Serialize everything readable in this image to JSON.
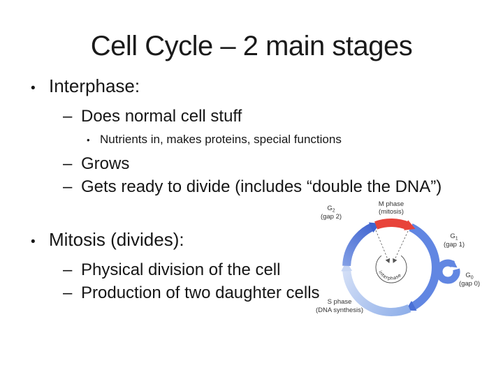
{
  "slide": {
    "title": "Cell Cycle – 2 main stages",
    "bullets": [
      {
        "marker": "•",
        "text": "Interphase:"
      },
      {
        "marker": "–",
        "text": "Does normal cell stuff"
      },
      {
        "marker": "•",
        "text": "Nutrients in, makes proteins, special functions"
      },
      {
        "marker": "–",
        "text": "Grows"
      },
      {
        "marker": "–",
        "text": "Gets ready to divide (includes “double the DNA”)"
      },
      {
        "marker": "•",
        "text": "Mitosis (divides):"
      },
      {
        "marker": "–",
        "text": "Physical division of the cell"
      },
      {
        "marker": "–",
        "text": "Production of two daughter cells"
      }
    ]
  },
  "diagram": {
    "description": "cell-cycle-wheel",
    "center_label": "interphase",
    "phases": {
      "m": {
        "name": "M phase",
        "caption": "(mitosis)",
        "color": "#e8433a"
      },
      "g1": {
        "name": "G",
        "sub": "1",
        "caption": "(gap 1)",
        "color": "#6186e2"
      },
      "g0": {
        "name": "G",
        "sub": "0",
        "caption": "(gap 0)",
        "color": "#6186e2"
      },
      "s": {
        "name": "S phase",
        "caption": "(DNA synthesis)",
        "color": "#c3d4f2"
      },
      "g2": {
        "name": "G",
        "sub": "2",
        "caption": "(gap 2)",
        "color": "#4468d1"
      }
    }
  }
}
